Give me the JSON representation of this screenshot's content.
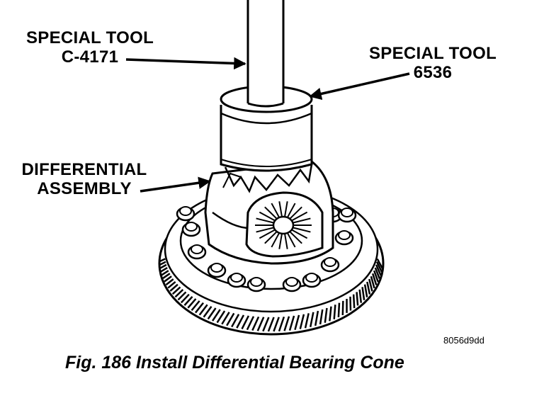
{
  "labels": {
    "tool_c4171": {
      "line1": "SPECIAL TOOL",
      "line2": "C-4171"
    },
    "tool_6536": {
      "line1": "SPECIAL TOOL",
      "line2": "6536"
    },
    "differential": {
      "line1": "DIFFERENTIAL",
      "line2": "ASSEMBLY"
    }
  },
  "figure_code": "8056d9dd",
  "caption": "Fig. 186 Install Differential Bearing Cone",
  "colors": {
    "ink": "#000000",
    "paper": "#ffffff"
  }
}
